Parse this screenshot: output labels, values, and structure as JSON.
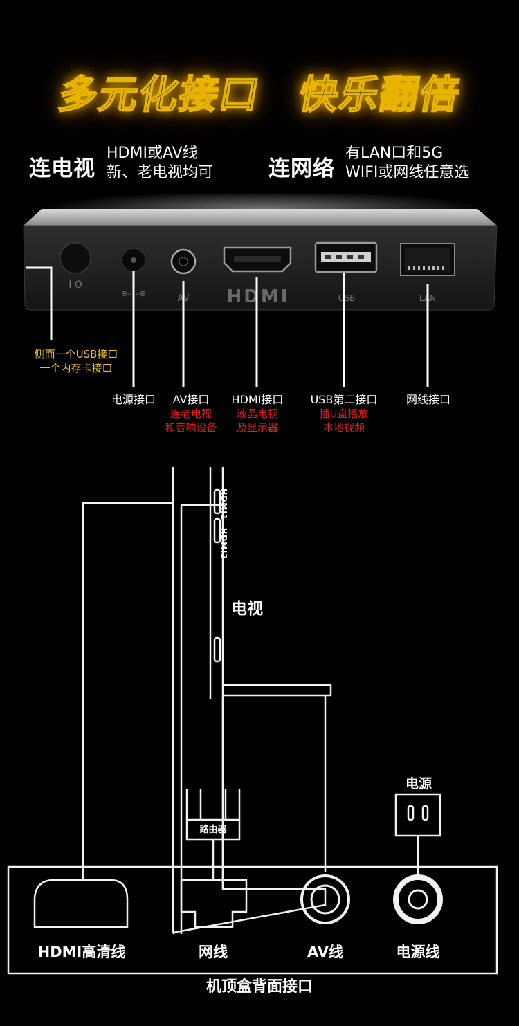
{
  "headline": {
    "left": "多元化接口",
    "right": "快乐翻倍"
  },
  "feature_tv": {
    "title": "连电视",
    "line1": "HDMI或AV线",
    "line2": "新、老电视均可"
  },
  "feature_net": {
    "title": "连网络",
    "line1": "有LAN口和5G",
    "line2": "WIFI或网线任意选"
  },
  "device": {
    "port_marks": [
      "I O",
      "⊖–◦–⊕",
      "AV",
      "HDMI",
      "USB",
      "LAN"
    ]
  },
  "callouts": {
    "side": {
      "line1": "侧面一个USB接口",
      "line2": "一个内存卡接口"
    },
    "power": {
      "title": "电源接口"
    },
    "av": {
      "title": "AV接口",
      "line1": "连老电视",
      "line2": "和音响设备"
    },
    "hdmi": {
      "title": "HDMI接口",
      "line1": "液晶电视",
      "line2": "及显示器"
    },
    "usb": {
      "title": "USB第二接口",
      "line1": "插U盘播放",
      "line2": "本地视频"
    },
    "lan": {
      "title": "网线接口"
    }
  },
  "diagram": {
    "tv_label": "电视",
    "tv_ports": [
      "HDMI1",
      "HDMI2"
    ],
    "router_label": "路由器",
    "power_label": "电源",
    "ports": [
      "HDMI高清线",
      "网线",
      "AV线",
      "电源线"
    ],
    "caption": "机顶盒背面接口"
  }
}
